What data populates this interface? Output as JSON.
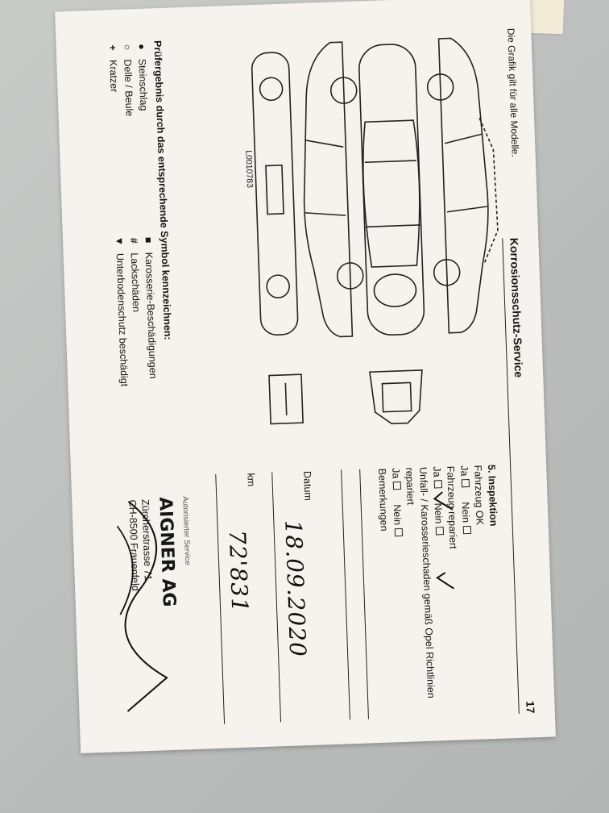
{
  "page": {
    "number": "17",
    "title": "Korrosionsschutz-Service"
  },
  "diagram": {
    "note": "Die Grafik gilt für alle Modelle.",
    "drawing_id": "L0010783"
  },
  "legend": {
    "title": "Prüfergebnis durch das entsprechende Symbol kennzeichnen:",
    "items": [
      {
        "symbol": "●",
        "label": "Steinschlag"
      },
      {
        "symbol": "■",
        "label": "Karosserie-Beschädigungen"
      },
      {
        "symbol": "○",
        "label": "Delle / Beule"
      },
      {
        "symbol": "#",
        "label": "Lackschäden"
      },
      {
        "symbol": "+",
        "label": "Kratzer"
      },
      {
        "symbol": "▼",
        "label": "Unterbodenschutz beschädigt"
      }
    ]
  },
  "inspection": {
    "title": "5. Inspektion",
    "q1": {
      "label": "Fahrzeug OK",
      "yes": "Ja",
      "no": "Nein"
    },
    "q2": {
      "label": "Fahrzeug repariert",
      "yes": "Ja",
      "no": "Nein"
    },
    "q3": {
      "label": "Unfall- / Karosserieschaden gemäß Opel Richtlinien repariert",
      "yes": "Ja",
      "no": "Nein"
    },
    "remarks_label": "Bemerkungen"
  },
  "fields": {
    "date_label": "Datum",
    "date_value": "18.09.2020",
    "km_label": "km",
    "km_value": "72'831"
  },
  "stamp": {
    "authorized_label": "Autorisierter Service",
    "name": "AIGNER AG",
    "street": "Zürcherstrasse 71",
    "city": "CH-8500 Frauenfeld"
  },
  "colors": {
    "paper": "#f6f3ee",
    "ink": "#161616",
    "table": "#c0c3c2"
  }
}
